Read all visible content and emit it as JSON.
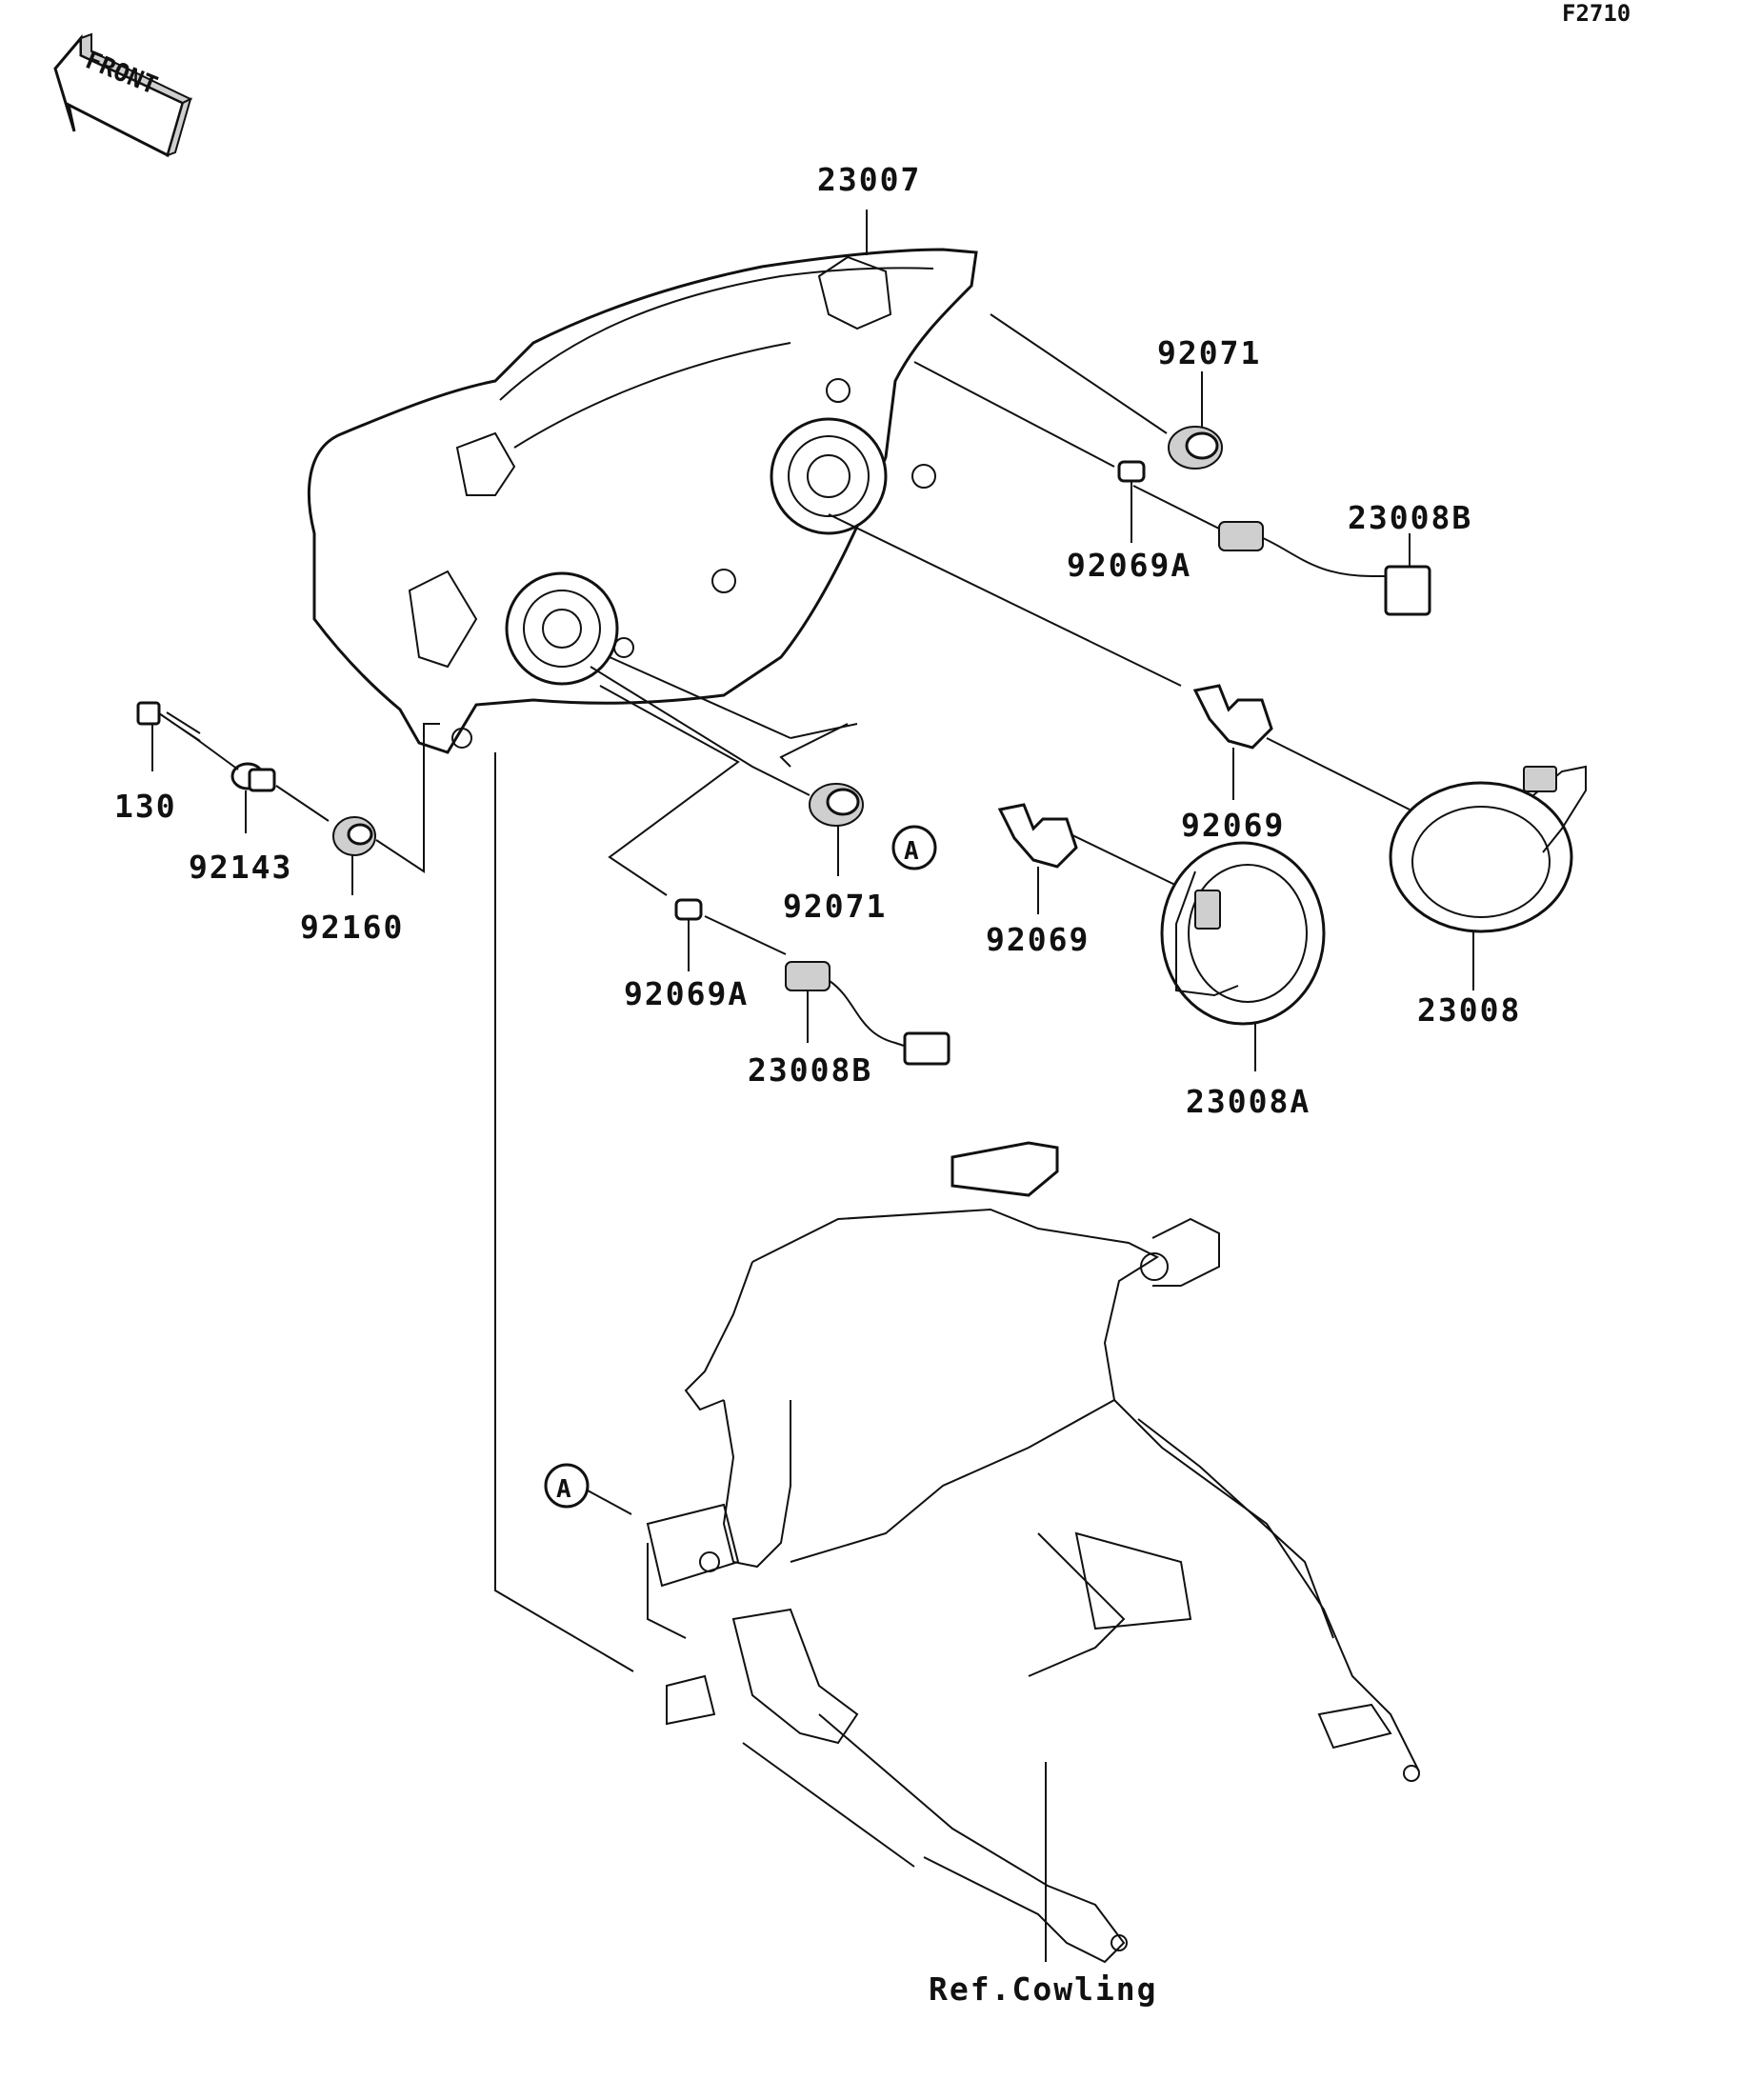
{
  "diagram_code": "F2710",
  "direction_label": "FRONT",
  "reference_label": "Ref.Cowling",
  "callout_marker": "A",
  "part_labels": {
    "headlight_assembly": "23007",
    "grommet_upper": "92071",
    "bulb_small_upper": "92069A",
    "socket_upper": "23008B",
    "bulb_main_right": "92069",
    "cover_right": "23008",
    "grommet_lower": "92071",
    "bulb_main_left": "92069",
    "cover_left": "23008A",
    "bulb_small_lower": "92069A",
    "socket_lower": "23008B",
    "bolt": "130",
    "collar": "92143",
    "damper": "92160"
  }
}
